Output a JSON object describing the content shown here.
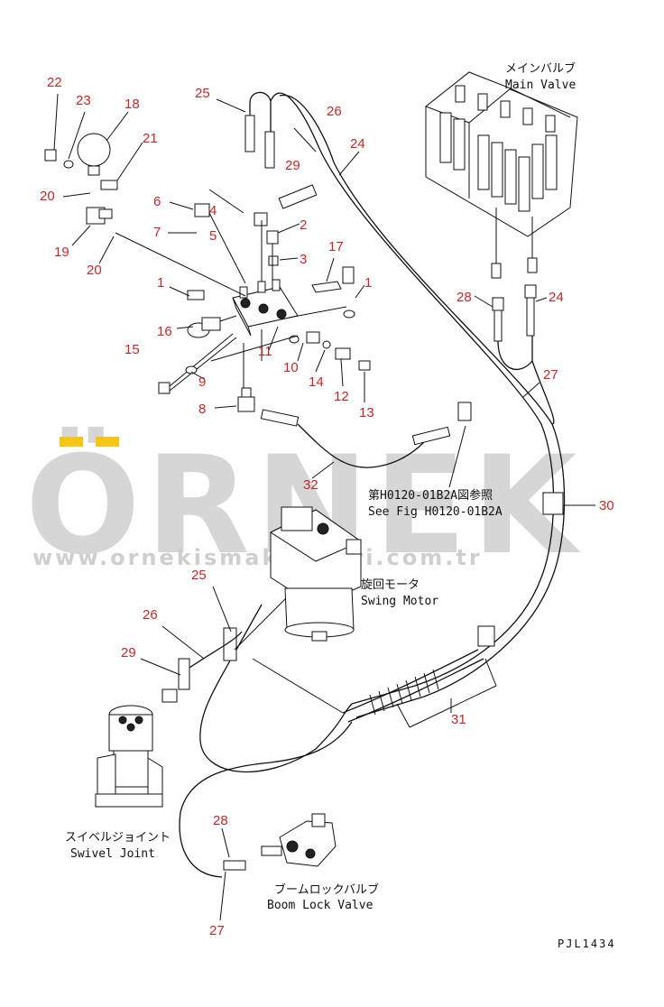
{
  "watermark": {
    "brand": "ÖRNEK",
    "url": "www.ornekismakinalari.com.tr",
    "accent_color": "#f5c518"
  },
  "components": {
    "main_valve_jp": "メインバルブ",
    "main_valve_en": "Main Valve",
    "swing_motor_jp": "旋回モータ",
    "swing_motor_en": "Swing Motor",
    "swivel_joint_jp": "スイベルジョイント",
    "swivel_joint_en": "Swivel Joint",
    "boom_lock_jp": "ブームロックバルブ",
    "boom_lock_en": "Boom Lock Valve",
    "ref_jp": "第H0120-01B2A図参照",
    "ref_en": "See Fig H0120-01B2A"
  },
  "drawing_code": "PJL1434",
  "callouts": {
    "c22": "22",
    "c23": "23",
    "c18": "18",
    "c21": "21",
    "c20a": "20",
    "c19": "19",
    "c20b": "20",
    "c6": "6",
    "c7": "7",
    "c4": "4",
    "c5": "5",
    "c25a": "25",
    "c29a": "29",
    "c26a": "26",
    "c24a": "24",
    "c2": "2",
    "c3": "3",
    "c17": "17",
    "c1a": "1",
    "c1b": "1",
    "c16": "16",
    "c15": "15",
    "c9": "9",
    "c11": "11",
    "c10": "10",
    "c14": "14",
    "c12": "12",
    "c13": "13",
    "c8": "8",
    "c28a": "28",
    "c24b": "24",
    "c27a": "27",
    "c32": "32",
    "c30": "30",
    "c25b": "25",
    "c26b": "26",
    "c29b": "29",
    "c31": "31",
    "c28b": "28",
    "c27b": "27"
  }
}
